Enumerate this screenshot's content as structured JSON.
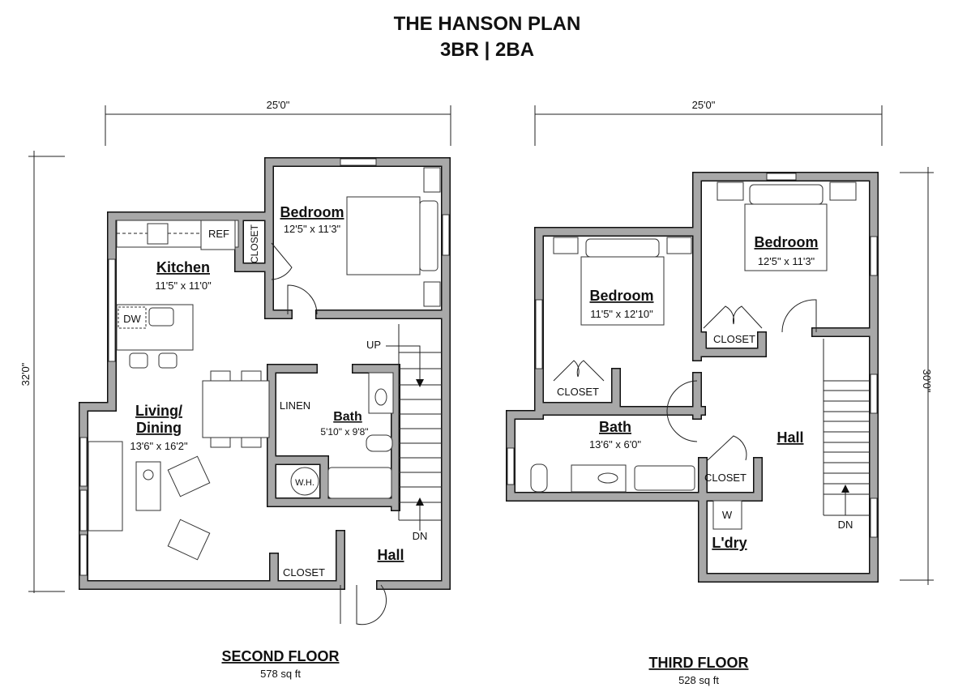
{
  "title": "THE HANSON PLAN",
  "subtitle": "3BR | 2BA",
  "colors": {
    "wall": "#a8a8a8",
    "outline": "#111111"
  },
  "second_floor": {
    "caption": "SECOND FLOOR",
    "area": "578 sq ft",
    "width_dim": "25'0\"",
    "depth_dim": "32'0\"",
    "rooms": {
      "bedroom": {
        "name": "Bedroom",
        "size": "12'5\" x 11'3\""
      },
      "kitchen": {
        "name": "Kitchen",
        "size": "11'5\" x 11'0\""
      },
      "living_line1": "Living/",
      "living_line2": "Dining",
      "living_size": "13'6\" x 16'2\"",
      "bath": {
        "name": "Bath",
        "size": "5'10\" x 9'8\""
      },
      "hall": {
        "name": "Hall"
      }
    },
    "labels": {
      "ref": "REF",
      "closet_bedroom": "CLOSET",
      "dw": "DW",
      "linen": "LINEN",
      "wh": "W.H.",
      "closet_hall": "CLOSET",
      "up": "UP",
      "dn": "DN"
    }
  },
  "third_floor": {
    "caption": "THIRD FLOOR",
    "area": "528 sq ft",
    "width_dim": "25'0\"",
    "depth_dim": "30'0\"",
    "rooms": {
      "bedroom_main": {
        "name": "Bedroom",
        "size": "12'5\" x 11'3\""
      },
      "bedroom_2": {
        "name": "Bedroom",
        "size": "11'5\" x 12'10\""
      },
      "bath": {
        "name": "Bath",
        "size": "13'6\" x 6'0\""
      },
      "hall": {
        "name": "Hall"
      },
      "laundry": {
        "name": "L'dry"
      }
    },
    "labels": {
      "closet_main": "CLOSET",
      "closet_2": "CLOSET",
      "closet_hall": "CLOSET",
      "washer": "W",
      "dn": "DN"
    }
  }
}
